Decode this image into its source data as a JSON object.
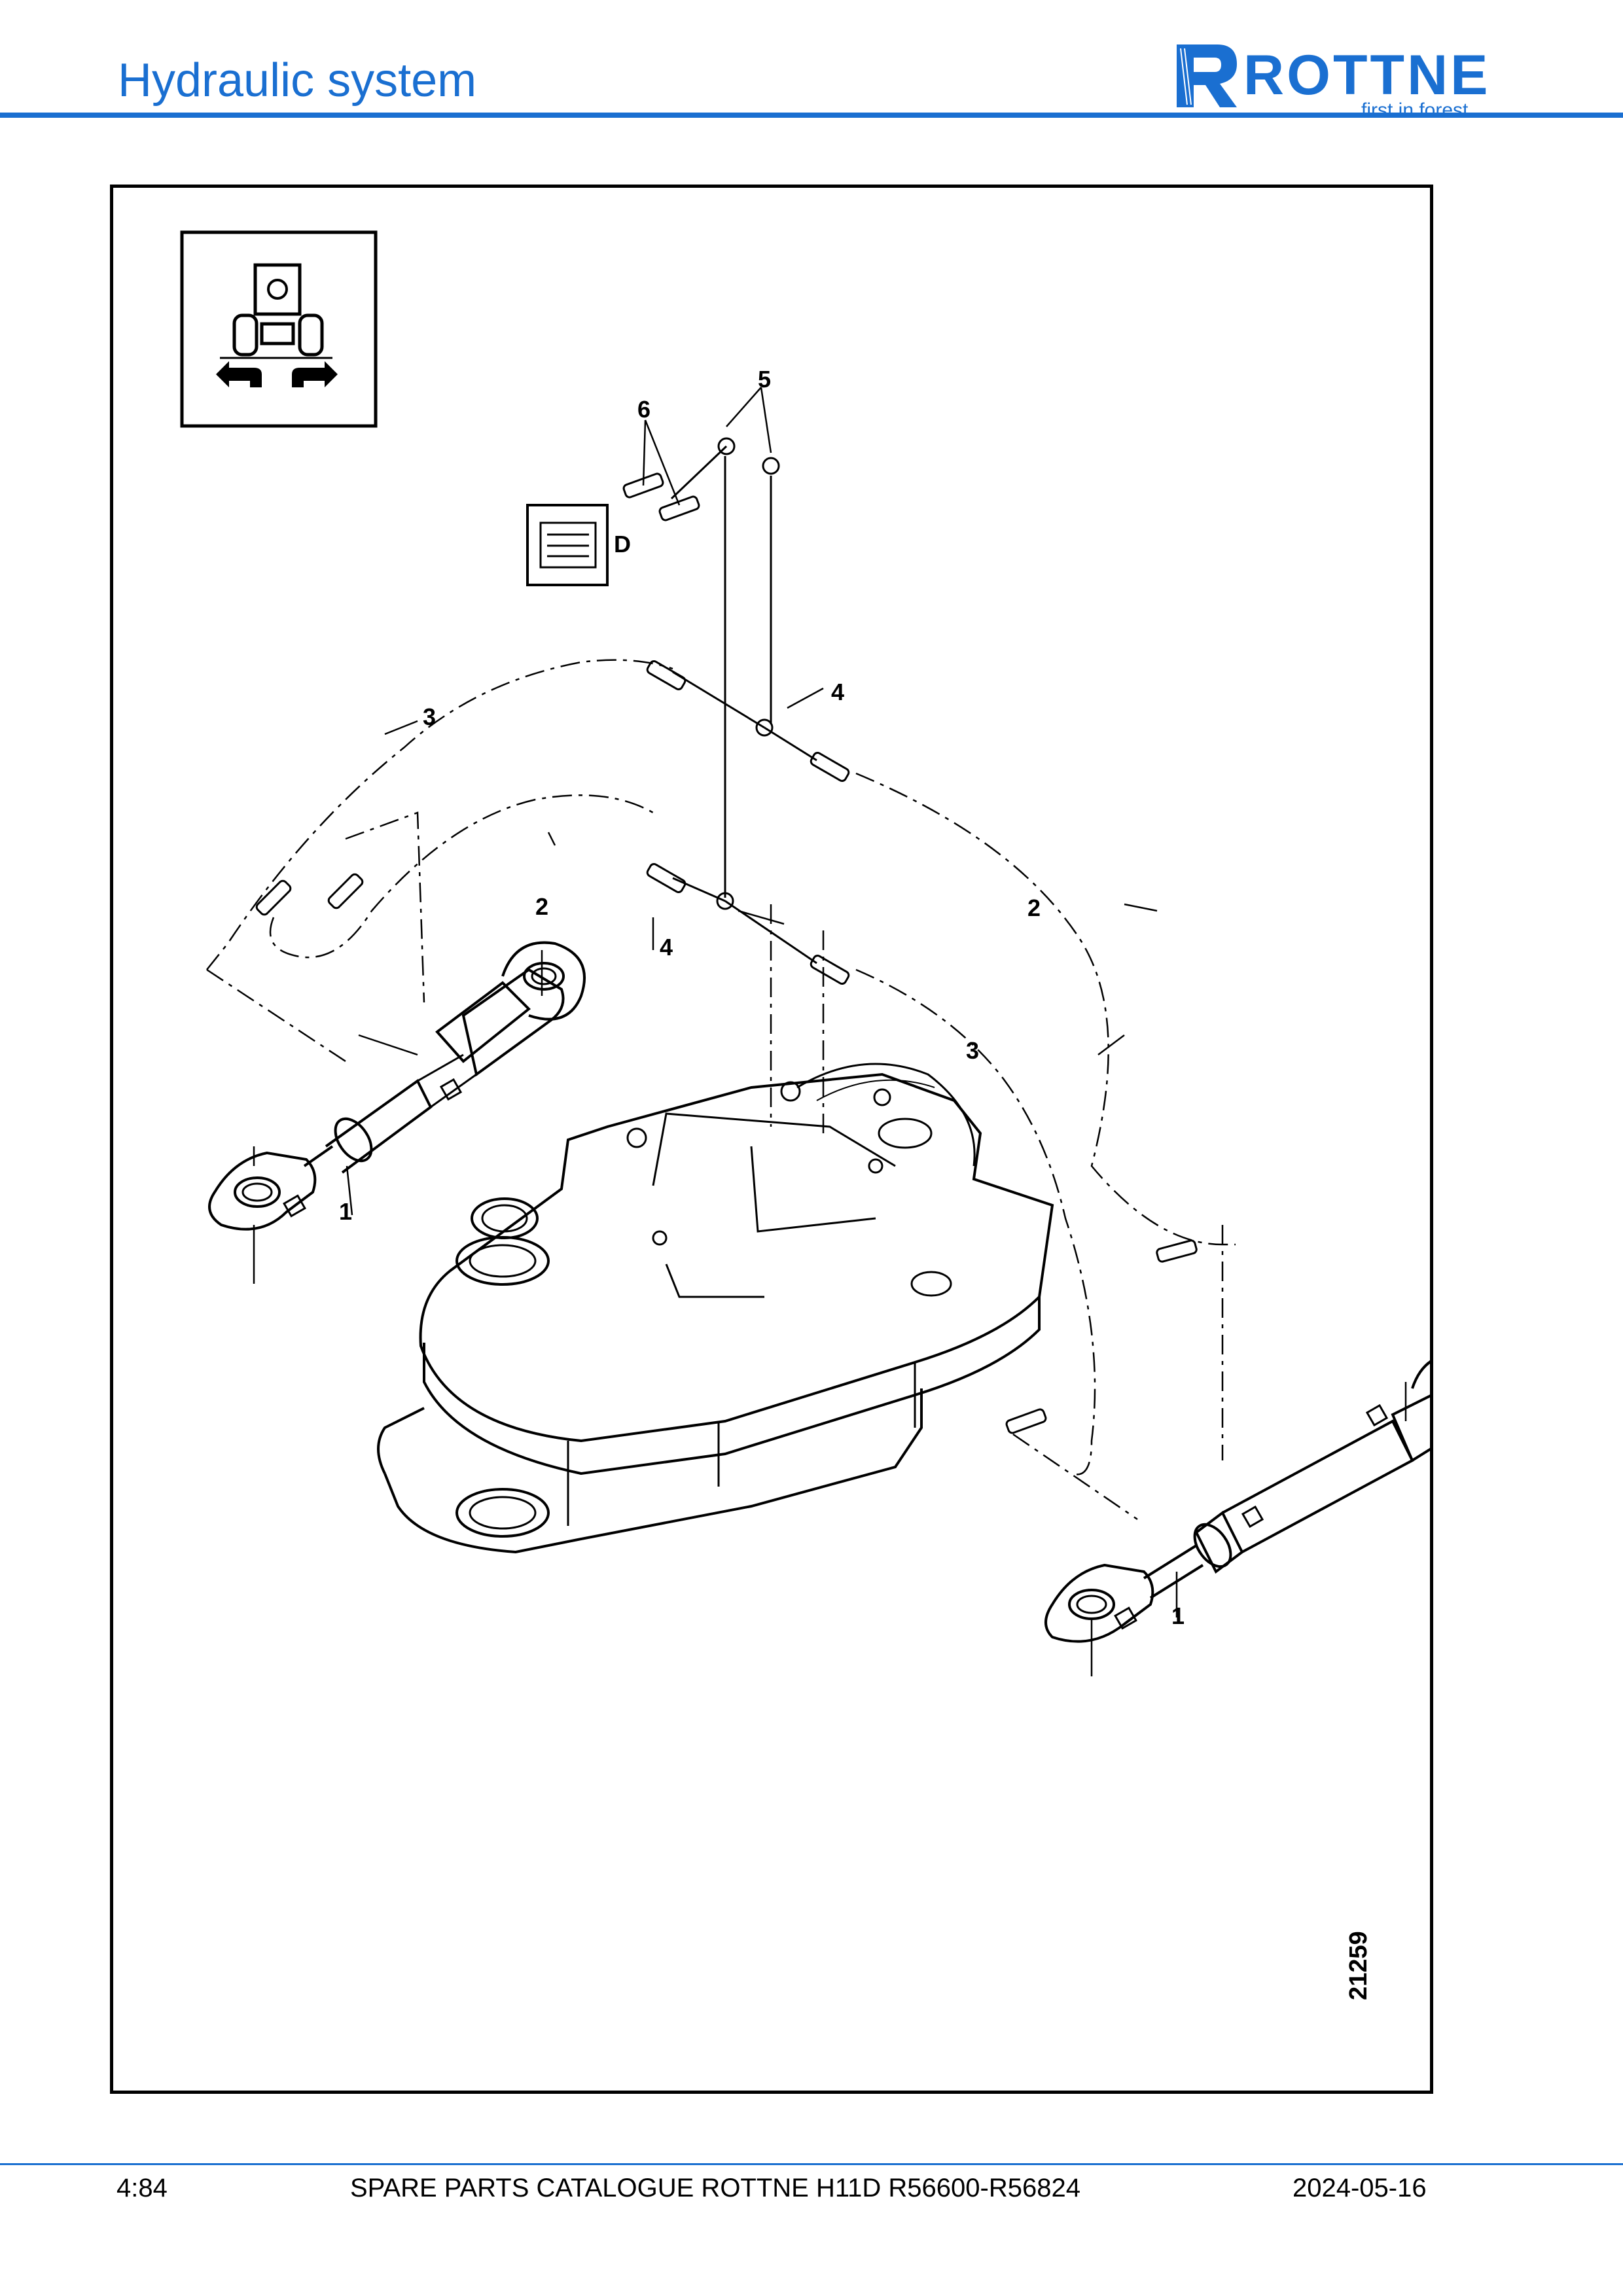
{
  "header": {
    "title": "Hydraulic system",
    "logo": {
      "name": "ROTTNE",
      "tagline": "first in forest"
    }
  },
  "colors": {
    "accent": "#1a6fd1"
  },
  "diagram": {
    "callouts": [
      "1",
      "1",
      "2",
      "2",
      "3",
      "3",
      "4",
      "4",
      "5",
      "6"
    ],
    "section_label": "D",
    "drawing_number": "21259"
  },
  "footer": {
    "page": "4:84",
    "catalogue": "SPARE PARTS CATALOGUE ROTTNE H11D R56600-R56824",
    "date": "2024-05-16"
  }
}
